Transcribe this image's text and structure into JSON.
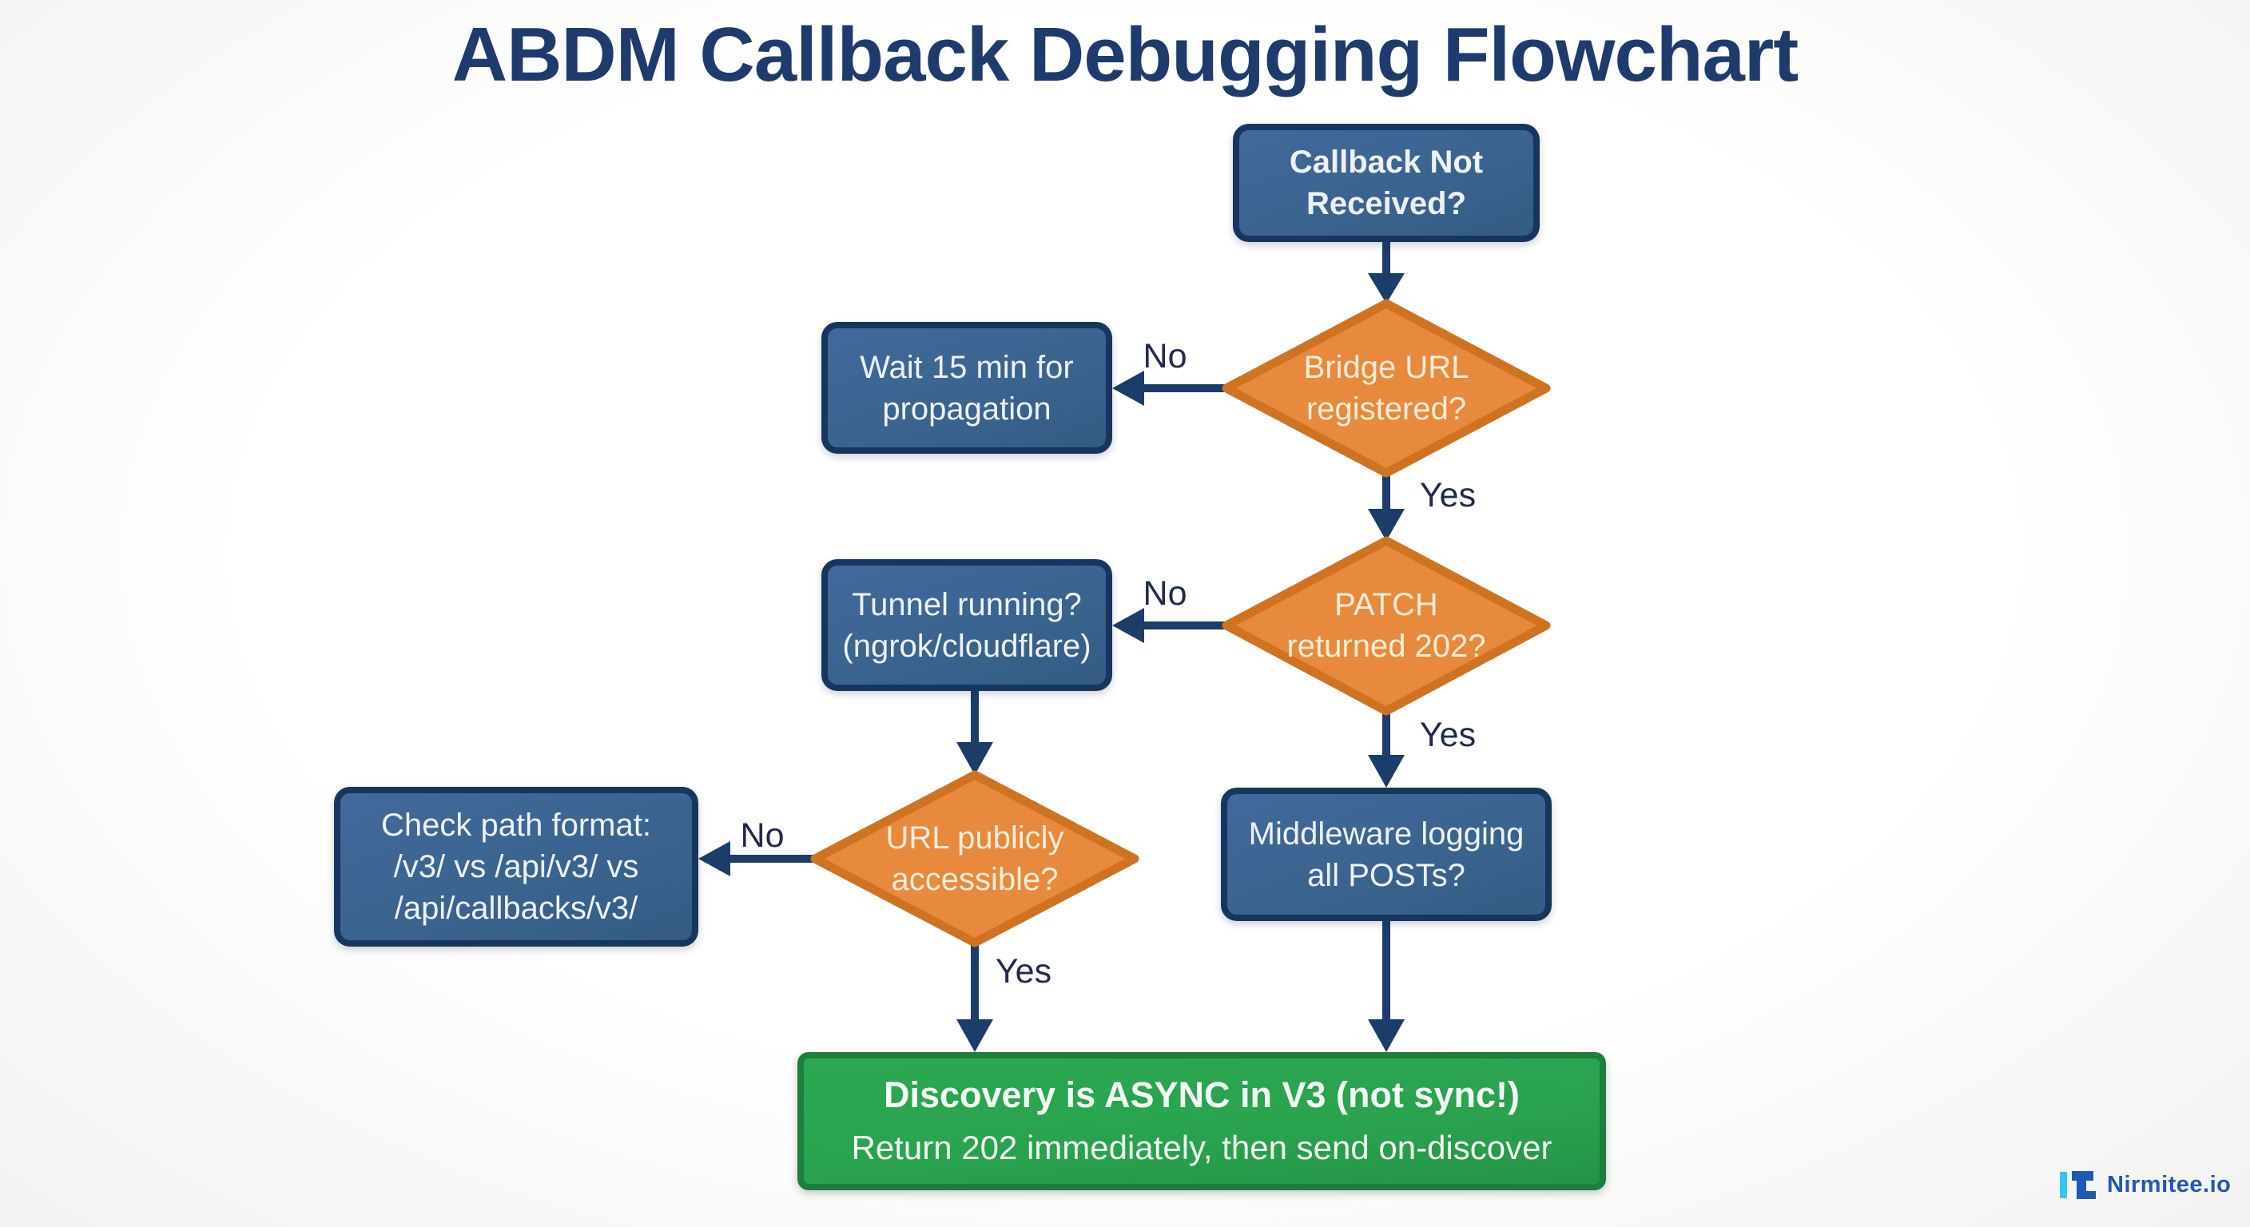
{
  "title": "ABDM Callback Debugging Flowchart",
  "colors": {
    "title_text": "#1f3b6d",
    "process_fill": "#3a648f",
    "process_border": "#17365f",
    "process_text": "#eef1f4",
    "decision_fill": "#e78a3d",
    "decision_border": "#cf7322",
    "decision_text": "#f8eeda",
    "result_fill": "#29a24e",
    "result_border": "#1e7e3e",
    "arrow": "#1c3c69",
    "edge_label_text": "#1e2b4b",
    "logo_blue": "#2356b5",
    "logo_cyan": "#33c6f4"
  },
  "flowchart": {
    "nodes": {
      "callback_not_received": {
        "type": "process",
        "lines": [
          "Callback Not",
          "Received?"
        ]
      },
      "bridge_url_registered": {
        "type": "decision",
        "lines": [
          "Bridge URL",
          "registered?"
        ]
      },
      "wait_15_min": {
        "type": "process",
        "lines": [
          "Wait 15 min for",
          "propagation"
        ]
      },
      "patch_returned_202": {
        "type": "decision",
        "lines": [
          "PATCH",
          "returned 202?"
        ]
      },
      "tunnel_running": {
        "type": "process",
        "lines": [
          "Tunnel running?",
          "(ngrok/cloudflare)"
        ]
      },
      "middleware_logging": {
        "type": "process",
        "lines": [
          "Middleware logging",
          "all POSTs?"
        ]
      },
      "url_publicly_accessible": {
        "type": "decision",
        "lines": [
          "URL publicly",
          "accessible?"
        ]
      },
      "check_path_format": {
        "type": "process",
        "lines": [
          "Check path format:",
          "/v3/ vs /api/v3/ vs",
          "/api/callbacks/v3/"
        ]
      },
      "discovery_async": {
        "type": "result",
        "lines": [
          "Discovery is ASYNC in V3 (not sync!)",
          "Return 202 immediately, then send on-discover"
        ]
      }
    },
    "edge_labels": {
      "bridge_no": "No",
      "bridge_yes": "Yes",
      "patch_no": "No",
      "patch_yes": "Yes",
      "url_no": "No",
      "url_yes": "Yes"
    }
  },
  "logo": {
    "text": "Nirmitee.io"
  }
}
